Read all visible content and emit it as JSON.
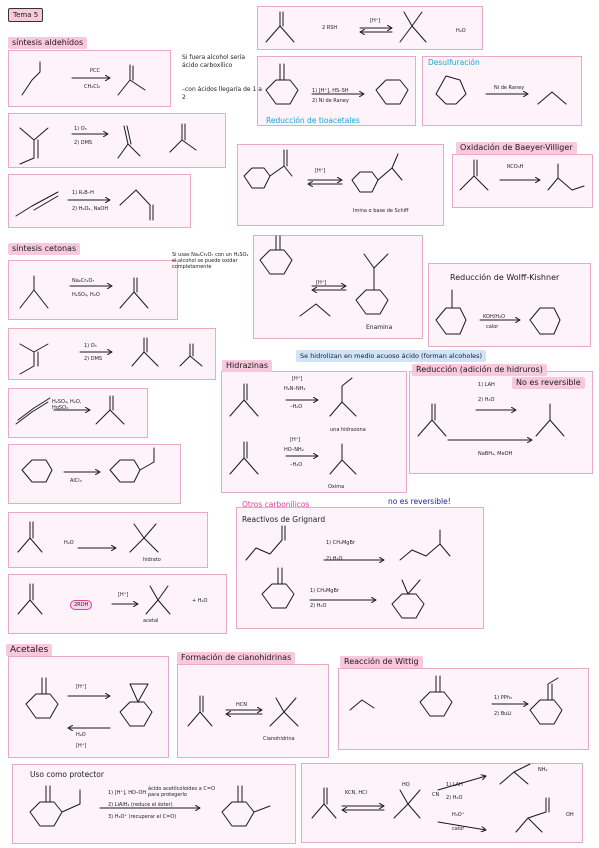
{
  "header": {
    "tag": "Tema 5"
  },
  "sections": {
    "aldehidos": "síntesis aldehídos",
    "cetonas": "síntesis cetonas",
    "acetales": "Acetales",
    "hidrazinas": "Hidrazinas",
    "hidrolizan": "Se hidrolizan en medio acuoso ácido (forman alcoholes)",
    "reduccion": "Reducción (adición de hidruros)",
    "no_reversible": "No es reversible",
    "carbonilos": "Otros carbonílicos",
    "no_reversible2": "no es reversible!",
    "grignard": "Reactivos de Grignard",
    "cianohidrinas": "Formación de cianohidrinas",
    "wittig": "Reacción de Wittig",
    "baeyer": "Oxidación de Baeyer-Villiger",
    "wolff": "Reducción de Wolff-Kishner",
    "protector": "Uso como protector",
    "desulfuracion": "Desulfuración",
    "reduccion_tioacetales": "Reducción de tioacetales"
  },
  "notes": {
    "pcc_note": "Si fuera alcohol sería ácido carboxílico",
    "pcc_note2": "–con ácidos llegaría de 1 a 2",
    "ketone_note": "Si usas Na₂Cr₂O₇ con un H₂SO₄ el alcohol se puede oxidar completamente",
    "imina_note": "Imina o base de Schiff",
    "enamina": "Enamina",
    "hidrazona": "una hidrazona",
    "oxima": "Oxima",
    "hidrato": "hidrato",
    "acetal": "acetal",
    "cianohidrina": "Cianohidrina",
    "protector_note": "ácido acetilcoloides a C=O para protegerlo"
  },
  "reagents": {
    "pcc": "PCC",
    "ch2cl2": "CH₂Cl₂",
    "o3": "1) O₃",
    "dms": "2) DMS",
    "r2bh": "1) R₂B–H",
    "h2o2": "2) H₂O₂, NaOH",
    "rsh": "2 RSH",
    "h_plus": "[H⁺]",
    "h2o": "H₂O",
    "raney": "1) [H⁺], HS–SH",
    "raney2": "2) Ni de Raney",
    "ni_raney": "Ni de Raney",
    "na2cr2o7": "Na₂Cr₂O₇",
    "h2so4": "H₂SO₄, H₂O",
    "hgso4": "H₂SO₄, H₂O, HgSO₄",
    "alcl3": "AlCl₃",
    "rco3h": "RCO₃H",
    "koh": "KOH/H₂O",
    "calor": "calor",
    "lah": "1) LAH",
    "h2o_2": "2) H₂O",
    "nabh4": "NaBH₄, MeOH",
    "h2nnh2": "H₂N–NH₂",
    "minus_h2o": "–H₂O",
    "ho_nh2": "HO–NH₂",
    "grig1": "1) CH₃MgBr",
    "grig2": "2) H₂O",
    "hcn": "HCN",
    "pph3": "1) PPh₃",
    "buli": "2) BuLi",
    "kcn": "KCN, HCl",
    "lialh4": "1) LAH",
    "h3o": "H₃O⁺",
    "calor2": "calor",
    "two_roh": "2ROH",
    "plus_h2o": "+ H₂O",
    "protect1": "1) [H⁺], HO–OH",
    "protect2": "2) LiAlH₄ (reduce el éster)",
    "protect3": "3) H₃O⁺ (recuperar el C=O)",
    "nh2": "NH₂",
    "oh": "OH",
    "cn": "CN",
    "ho": "HO"
  },
  "colors": {
    "pink_box": "#e8a8c8",
    "pink_fill": "#fdf3f8",
    "highlight": "#f8c8dc",
    "blue_highlight": "#cfe4fb",
    "cyan_ink": "#13a8d8"
  }
}
